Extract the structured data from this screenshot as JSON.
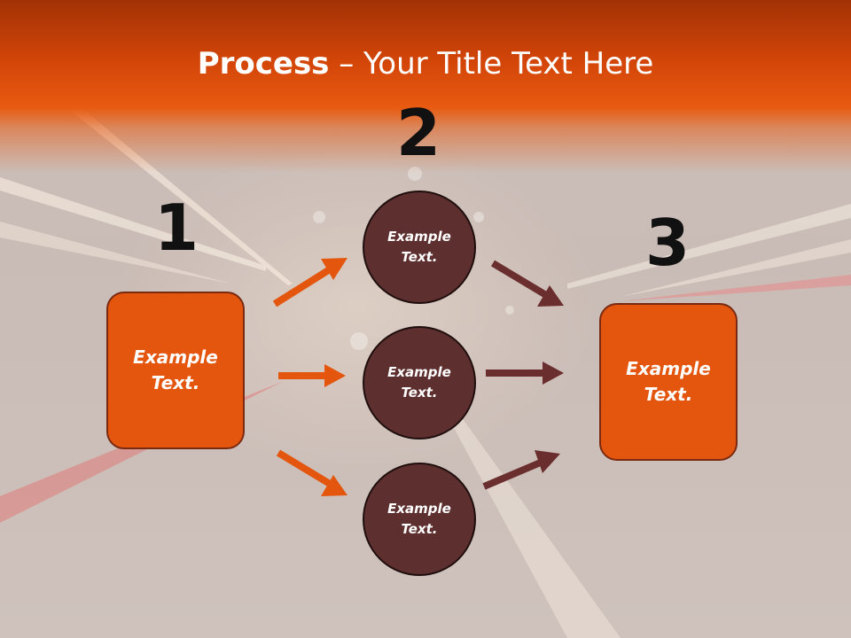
{
  "slide": {
    "title_bold": "Process",
    "title_rest": " – Your Title Text Here"
  },
  "steps": {
    "step1": {
      "number": "1",
      "label_line1": "Example",
      "label_line2": "Text."
    },
    "step2": {
      "number": "2"
    },
    "step3": {
      "number": "3",
      "label_line1": "Example",
      "label_line2": "Text."
    }
  },
  "circles": [
    {
      "label_line1": "Example",
      "label_line2": "Text."
    },
    {
      "label_line1": "Example",
      "label_line2": "Text."
    },
    {
      "label_line1": "Example",
      "label_line2": "Text."
    }
  ],
  "colors": {
    "accent_orange": "#e4550e",
    "circle_fill": "#5e2f2f",
    "arrow_orange": "#e4550e",
    "arrow_dark": "#6b2e2e"
  }
}
